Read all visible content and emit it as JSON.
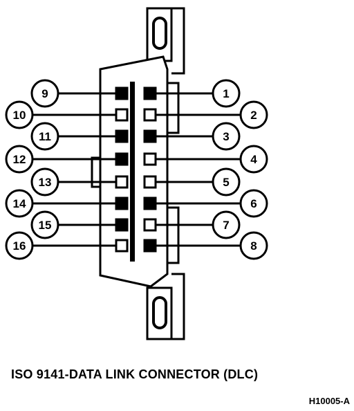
{
  "caption": "ISO 9141-DATA LINK CONNECTOR (DLC)",
  "figure_code": "H10005-A",
  "colors": {
    "ink": "#000000",
    "paper": "#ffffff"
  },
  "pins": [
    {
      "number": "1",
      "filled": true
    },
    {
      "number": "2",
      "filled": false
    },
    {
      "number": "3",
      "filled": true
    },
    {
      "number": "4",
      "filled": false
    },
    {
      "number": "5",
      "filled": false
    },
    {
      "number": "6",
      "filled": true
    },
    {
      "number": "7",
      "filled": false
    },
    {
      "number": "8",
      "filled": true
    },
    {
      "number": "9",
      "filled": true
    },
    {
      "number": "10",
      "filled": false
    },
    {
      "number": "11",
      "filled": true
    },
    {
      "number": "12",
      "filled": true
    },
    {
      "number": "13",
      "filled": false
    },
    {
      "number": "14",
      "filled": true
    },
    {
      "number": "15",
      "filled": true
    },
    {
      "number": "16",
      "filled": false
    }
  ]
}
